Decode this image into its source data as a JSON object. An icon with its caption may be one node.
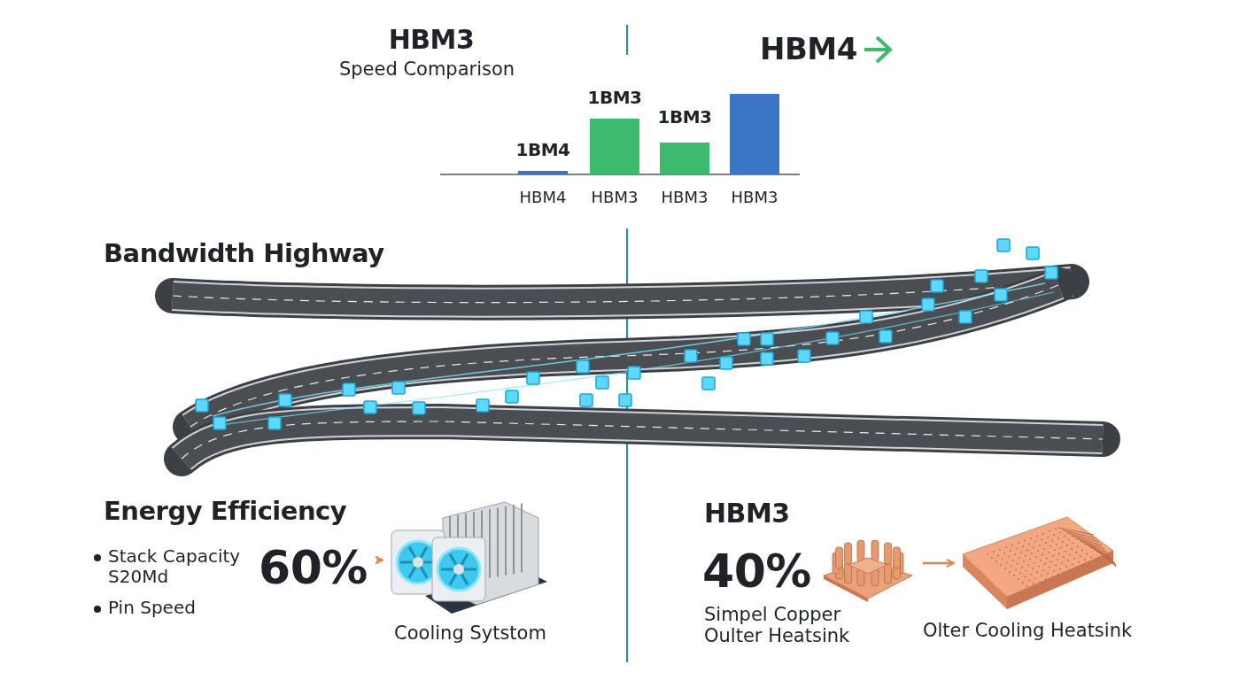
{
  "diagram": {
    "nodes": [
      {
        "text": [
          "60%"
        ]
      },
      {
        "text": [],
        "shape": "picture",
        "beside": [
          "Cooling Sytstom"
        ]
      },
      {
        "text": [],
        "shape": "picture"
      },
      {
        "text": [],
        "shape": "picture",
        "beside": [
          "Olter Cooling Heatsink"
        ]
      }
    ],
    "edges": [
      {
        "from": 0,
        "to": 1,
        "arrow": "to"
      },
      {
        "from": 2,
        "to": 3,
        "arrow": "to"
      }
    ],
    "labels": [
      "HBM3",
      "Speed Comparison",
      "HBM4",
      "1BM4",
      "1BM3",
      "1BM3",
      "HBM4",
      "HBM3",
      "HBM3",
      "HBM3",
      "Bandwidth Highway",
      "Energy Efficiency",
      "Stack Capacity S20Md",
      "Pin Speed",
      "HBM3",
      "40%",
      "Simpel Copper Oulter Heatsink"
    ]
  }
}
